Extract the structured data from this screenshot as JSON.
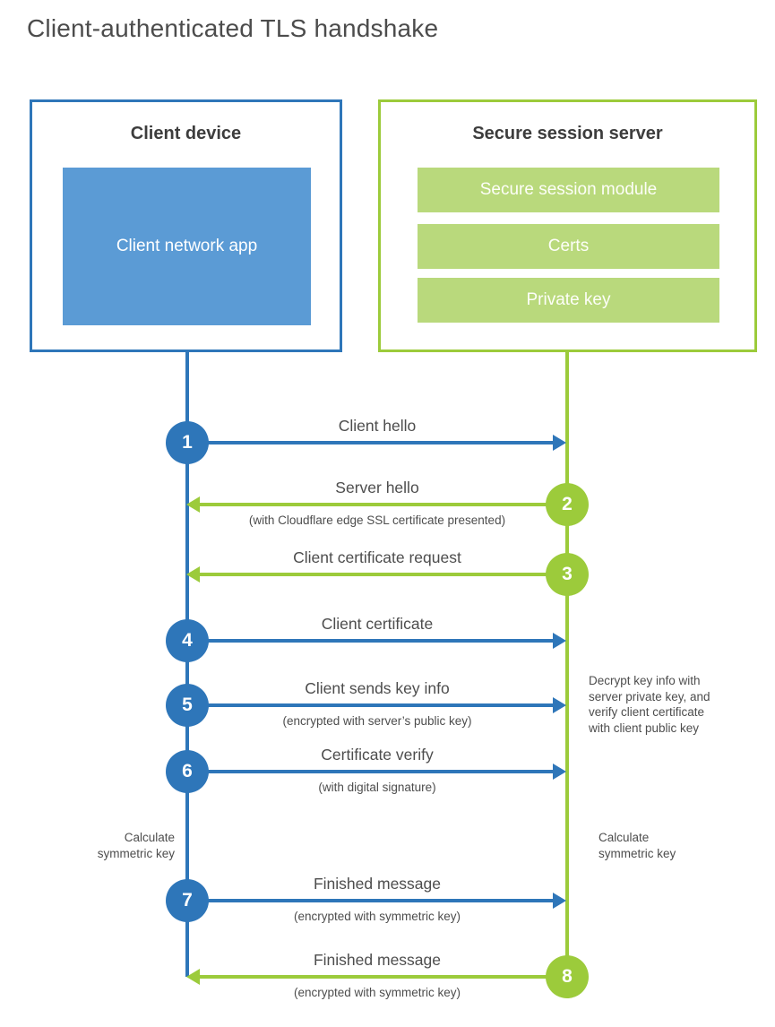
{
  "title": "Client-authenticated TLS handshake",
  "client": {
    "title": "Client device",
    "app_label": "Client network app"
  },
  "server": {
    "title": "Secure session server",
    "modules": [
      "Secure session module",
      "Certs",
      "Private key"
    ]
  },
  "steps": [
    {
      "num": "1",
      "from": "client",
      "label": "Client hello",
      "sub": ""
    },
    {
      "num": "2",
      "from": "server",
      "label": "Server hello",
      "sub": "(with Cloudflare edge SSL certificate presented)"
    },
    {
      "num": "3",
      "from": "server",
      "label": "Client certificate request",
      "sub": ""
    },
    {
      "num": "4",
      "from": "client",
      "label": "Client certificate",
      "sub": ""
    },
    {
      "num": "5",
      "from": "client",
      "label": "Client sends key info",
      "sub": "(encrypted with server’s public key)"
    },
    {
      "num": "6",
      "from": "client",
      "label": "Certificate verify",
      "sub": "(with digital signature)"
    },
    {
      "num": "7",
      "from": "client",
      "label": "Finished message",
      "sub": "(encrypted with symmetric key)"
    },
    {
      "num": "8",
      "from": "server",
      "label": "Finished message",
      "sub": "(encrypted with symmetric key)"
    }
  ],
  "annotations": {
    "decrypt_note": "Decrypt key info with\nserver private key, and\nverify client certificate\nwith client public key",
    "calculate_left": "Calculate\nsymmetric key",
    "calculate_right": "Calculate\nsymmetric key"
  },
  "colors": {
    "blue": "#2e76b9",
    "blue_fill": "#5b9bd5",
    "green": "#9ccb3b",
    "green_fill": "#b9d97c",
    "text": "#4d4d4d"
  }
}
